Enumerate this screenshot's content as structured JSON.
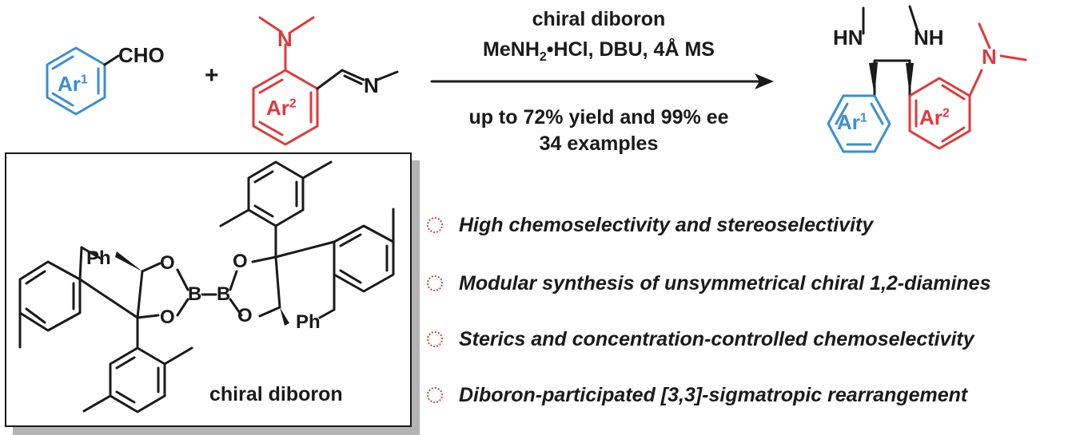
{
  "colors": {
    "ar1": "#3a8fd0",
    "ar2": "#e0393a",
    "ink": "#1a1a1a",
    "bullet": "#e04040"
  },
  "reactant1": {
    "group": "CHO",
    "ring": "Ar",
    "ring_sup": "1"
  },
  "plus": "+",
  "reactant2": {
    "n_label": "N",
    "imine_n": "N",
    "ring": "Ar",
    "ring_sup": "2"
  },
  "conditions": {
    "line1": "chiral diboron",
    "line2_pre": "MeNH",
    "line2_sub": "2",
    "line2_post": "•HCl, DBU, 4Å MS",
    "line3": "up to 72% yield and 99% ee",
    "line4": "34 examples"
  },
  "product": {
    "hn_left": "HN",
    "nh_right": "NH",
    "n_label": "N",
    "ring1": "Ar",
    "ring1_sup": "1",
    "ring2": "Ar",
    "ring2_sup": "2"
  },
  "diboron": {
    "caption": "chiral diboron",
    "ph_top": "Ph",
    "ph_bottom": "Ph",
    "o1": "O",
    "o2": "O",
    "o3": "O",
    "o4": "O",
    "b1": "B",
    "b2": "B"
  },
  "features": [
    "High chemoselectivity and stereoselectivity",
    "Modular synthesis of unsymmetrical chiral 1,2-diamines",
    "Sterics and concentration-controlled chemoselectivity",
    "Diboron-participated [3,3]-sigmatropic rearrangement"
  ]
}
